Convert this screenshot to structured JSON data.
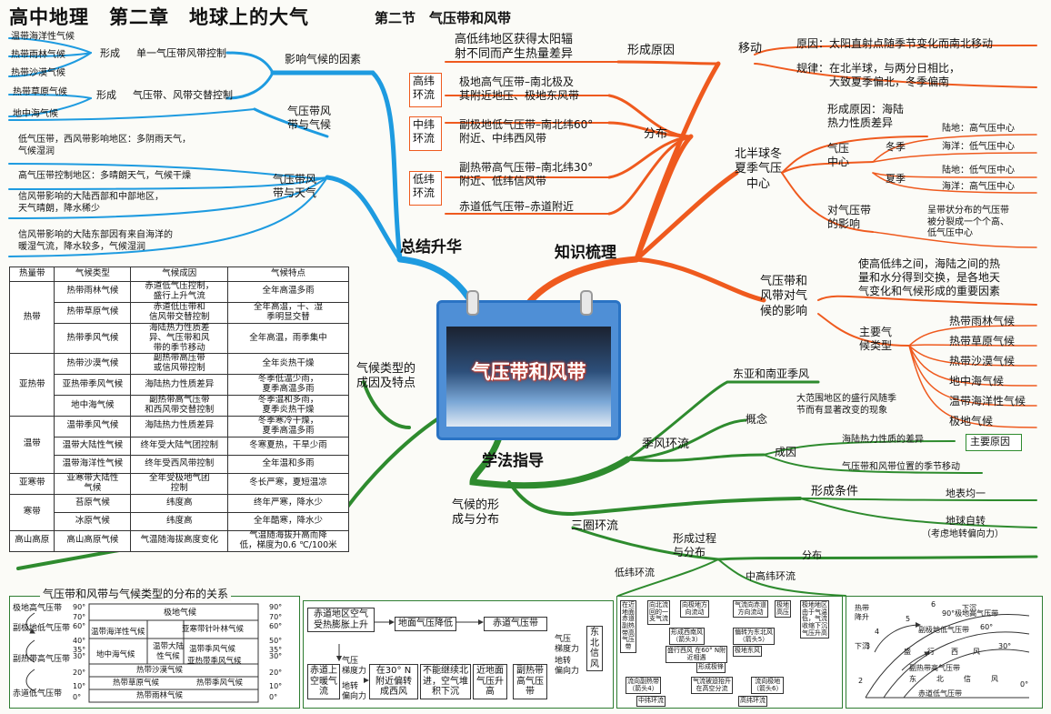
{
  "header": {
    "title": "高中地理　第二章　地球上的大气",
    "subtitle": "第二节　气压带和风带"
  },
  "center": {
    "label": "气压带和风带"
  },
  "branches": {
    "summary": "总结升华",
    "knowledge": "知识梳理",
    "method": "学法指导",
    "climate_types": "气候类型的\n成因及特点",
    "climate_formation": "气候的形\n成与分布"
  },
  "summary": {
    "factors": "影响气候的因素",
    "single_form": "形成",
    "single_label": "单一气压带风带控制",
    "single_items": [
      "温带海洋性气候",
      "热带雨林气候",
      "热带沙漠气候"
    ],
    "alt_form": "形成",
    "alt_label": "气压带、风带交替控制",
    "alt_items": [
      "热带草原气候",
      "地中海气候"
    ],
    "belt_climate": "气压带风\n带与气候",
    "belt_weather": "气压带风\n带与天气",
    "weather_items": [
      "低气压带，西风带影响地区：多阴雨天气，\n气候湿润",
      "高气压带控制地区：多晴朗天气，气候干燥",
      "信风带影响的大陆西部和中部地区，\n天气晴朗，降水稀少",
      "信风带影响的大陆东部因有来自海洋的\n暖湿气流，降水较多，气候湿润"
    ]
  },
  "knowledge": {
    "cause_title": "形成原因",
    "cause_text": "高低纬地区获得太阳辐\n射不同而产生热量差异",
    "distribution": "分布",
    "high_lat": "高纬\n环流",
    "high_lat_text": "极地高气压带–南北极及\n其附近地压、极地东风带",
    "mid_lat": "中纬\n环流",
    "mid_lat_text": "副极地低气压带–南北纬60°\n附近、中纬西风带",
    "low_lat": "低纬\n环流",
    "low_lat_text": "副热带高气压带–南北纬30°\n附近、低纬信风带",
    "equator": "赤道低气压带–赤道附近",
    "move": "移动",
    "move_reason": "原因：太阳直射点随季节变化而南北移动",
    "move_rule": "规律：在北半球，与两分日相比，\n　　　大致夏季偏北，冬季偏南",
    "north_centers": "北半球冬\n夏季气压\n中心",
    "centers_cause": "形成原因：海陆\n热力性质差异",
    "pressure_center": "气压\n中心",
    "winter": "冬季",
    "summer": "夏季",
    "winter_land": "陆地：高气压中心",
    "winter_sea": "海洋：低气压中心",
    "summer_land": "陆地：低气压中心",
    "summer_sea": "海洋：高气压中心",
    "effect_title": "对气压带\n的影响",
    "effect_text": "呈带状分布的气压带\n被分裂成一个个高、\n低气压中心",
    "influence": "气压带和\n风带对气\n候的影响",
    "influence_text": "使高低纬之间，海陆之间的热\n量和水分得到交换，是各地天\n气变化和气候形成的重要因素",
    "main_types": "主要气\n候类型",
    "types": [
      "热带雨林气候",
      "热带草原气候",
      "热带沙漠气候",
      "地中海气候",
      "温带海洋性气候",
      "极地气候"
    ]
  },
  "method": {
    "monsoon": "季风环流",
    "ea": "东亚和南亚季风",
    "concept": "概念",
    "concept_text": "大范围地区的盛行风随季\n节而有显著改变的现象",
    "cause": "成因",
    "cause1": "海陆热力性质的差异",
    "main_reason": "主要原因",
    "cause2": "气压带和风带位置的季节移动",
    "three_cell": "三圈环流",
    "form_cond": "形成条件",
    "cond1": "地表均一",
    "cond2": "地球自转",
    "cond2_note": "（考虑地转偏向力）",
    "process": "形成过程\n与分布",
    "dist": "分布",
    "low_cell": "低纬环流",
    "mid_cell": "中高纬环流"
  },
  "table": {
    "headers": [
      "热量带",
      "气候类型",
      "气候成因",
      "气候特点"
    ],
    "rows": [
      [
        "热带",
        "热带雨林气候",
        "赤道低气压控制，\n盛行上升气流",
        "全年高温多雨"
      ],
      [
        "",
        "热带草原气候",
        "赤道低压带和\n信风带交替控制",
        "全年高温，干、湿\n季明显交替"
      ],
      [
        "",
        "热带季风气候",
        "海陆热力性质差\n异、气压带和风\n带的季节移动",
        "全年高温，雨季集中"
      ],
      [
        "亚热带",
        "热带沙漠气候",
        "副热带高压带\n或信风带控制",
        "全年炎热干燥"
      ],
      [
        "",
        "亚热带季风气候",
        "海陆热力性质差异",
        "冬季低温少雨，\n夏季高温多雨"
      ],
      [
        "",
        "地中海气候",
        "副热带高气压带\n和西风带交替控制",
        "冬季温和多雨，\n夏季炎热干燥"
      ],
      [
        "温带",
        "温带季风气候",
        "海陆热力性质差异",
        "冬季寒冷干燥，\n夏季高温多雨"
      ],
      [
        "",
        "温带大陆性气候",
        "终年受大陆气团控制",
        "冬寒夏热，干旱少雨"
      ],
      [
        "",
        "温带海洋性气候",
        "终年受西风带控制",
        "全年温和多雨"
      ],
      [
        "亚寒带",
        "亚寒带大陆性\n气候",
        "全年受极地气团\n控制",
        "冬长严寒，夏短温凉"
      ],
      [
        "寒带",
        "苔原气候",
        "纬度高",
        "终年严寒，降水少"
      ],
      [
        "",
        "冰原气候",
        "纬度高",
        "全年酷寒，降水少"
      ],
      [
        "高山高原",
        "高山高原气候",
        "气温随海拔高度变化",
        "气温随海拔升高而降\n低，梯度为0.6 ℃/100米"
      ]
    ]
  },
  "dist_box": {
    "title": "气压带和风带与气候类型的分布的关系",
    "belts": [
      "极地高气压带",
      "副极地低气压带",
      "副热带高气压带",
      "赤道低气压带"
    ],
    "lats": [
      "90°",
      "70°",
      "60°",
      "40°",
      "35°",
      "30°",
      "20°",
      "10°",
      "0°"
    ],
    "lats_right": [
      "90°",
      "70°",
      "60°",
      "50°",
      "35°",
      "30°",
      "20°",
      "10°",
      "0°"
    ],
    "cells": [
      "极地气候",
      "亚寒带针叶林气候",
      "温带海洋性气候",
      "温带大陆\n性气候",
      "温带季风气候",
      "地中海气候",
      "亚热带季风气候",
      "热带沙漠气候",
      "热带季风气候",
      "热带草原气候",
      "热带雨林气候"
    ]
  },
  "flow_box": {
    "nodes": [
      "赤道地区空气\n受热膨胀上升",
      "地面气压降低",
      "赤道气压带",
      "赤道上\n空暖气\n流",
      "在30° N\n附近偏转\n成西风",
      "不能继续北\n进，空气堆\n积下沉",
      "近地面\n气压升\n高",
      "副热带\n高气压\n带",
      "东北信风"
    ],
    "arrows": [
      "气压\n梯度力",
      "地转\n偏向力",
      "气压\n梯度力",
      "地转\n偏向力"
    ]
  },
  "low_box": {
    "nodes": [
      "在近\n地面\n赤道\n副热\n带高\n气压\n带",
      "向北流\n回的一\n支气流",
      "向极地方\n向流动",
      "形成西南风\n（箭头3）",
      "盛行西风 在60° N附\n近相遇",
      "气流向赤道\n方向流动",
      "极地\n高压",
      "偏转为东北风\n（箭头5）",
      "极地东风",
      "极地地区\n由于气温\n低，气流\n收缩下沉\n气压升高",
      "形成极锋",
      "流向副热带\n（箭头4）",
      "气流被迫抬升\n在高空分流",
      "流向极地\n（箭头6）",
      "中纬环流",
      "高纬环流"
    ]
  },
  "globe": {
    "labels": [
      "热带\n降升",
      "4",
      "3",
      "下沉",
      "6",
      "下沉",
      "2",
      "5",
      "60°",
      "30°",
      "0°",
      "90°极地高气压带",
      "副极地低气压带",
      "盛",
      "行",
      "西",
      "风",
      "副热带高气压带",
      "东",
      "北",
      "信",
      "风",
      "赤道低气压带"
    ]
  },
  "colors": {
    "blue": "#1e9be0",
    "orange": "#ef5a1e",
    "green": "#2e8b2e"
  }
}
